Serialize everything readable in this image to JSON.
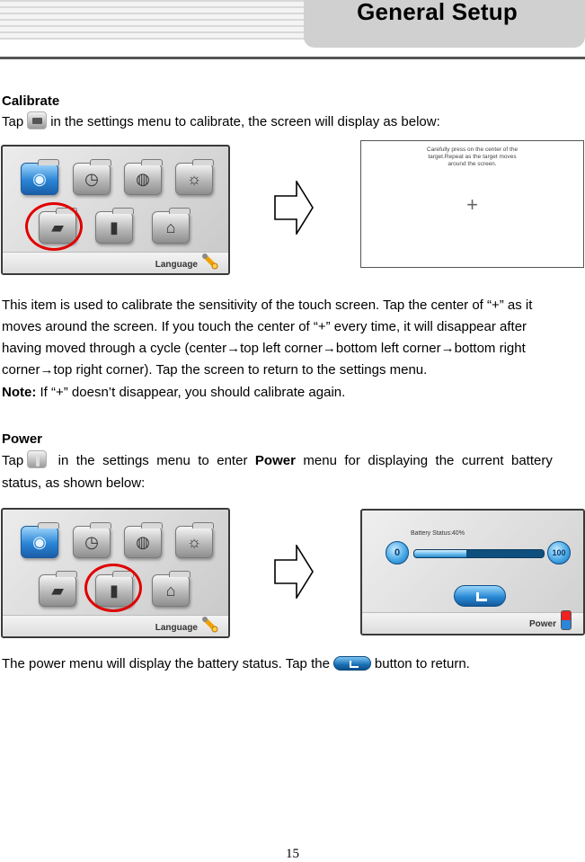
{
  "header": {
    "title": "General Setup"
  },
  "calibrate": {
    "heading": "Calibrate",
    "intro_before_icon": "Tap",
    "intro_icon": "calibrate-folder-icon",
    "intro_after_icon": "in the settings menu to calibrate, the screen will display as below:",
    "menu_screenshot": {
      "label": "Language",
      "highlighted_item": "calibrate"
    },
    "screen_screenshot": {
      "instruction": "Carefully press on the center of the\ntarget.Repeat as the target moves\naround the screen.",
      "target": "+"
    },
    "body_lines": [
      "This item is used to calibrate the sensitivity of the touch screen. Tap the center of “+” as it",
      "moves around the screen. If you touch the center of “+” every time, it will disappear after",
      "having moved through a cycle (center→top left corner→bottom left corner→bottom right",
      "corner→top right corner). Tap the screen to return to the settings menu."
    ],
    "note_label": "Note:",
    "note_text": " If “+” doesn’t disappear, you should calibrate again."
  },
  "power": {
    "heading": "Power",
    "intro_before_icon": "Tap",
    "intro_icon": "power-folder-icon",
    "intro_mid": " in the settings menu to enter ",
    "intro_bold": "Power",
    "intro_after": " menu for displaying the current battery",
    "intro_line2": "status, as shown below:",
    "menu_screenshot": {
      "label": "Language",
      "highlighted_item": "power"
    },
    "screen_screenshot": {
      "battery_status": "Battery Status:40%",
      "min_label": "0",
      "max_label": "100",
      "battery_percent": 40,
      "label": "Power"
    },
    "outro_before": "The power menu will display the battery status. Tap the",
    "outro_after": "button to return."
  },
  "menu_icons": [
    {
      "name": "globe",
      "glyph": "◉",
      "color": "blue"
    },
    {
      "name": "clock",
      "glyph": "◷",
      "color": "gray"
    },
    {
      "name": "speaker",
      "glyph": "◍",
      "color": "gray"
    },
    {
      "name": "lightbulb",
      "glyph": "☼",
      "color": "gray"
    },
    {
      "name": "calibrate",
      "glyph": "▰",
      "color": "gray"
    },
    {
      "name": "power",
      "glyph": "▮",
      "color": "gray"
    },
    {
      "name": "return",
      "glyph": "⌂",
      "color": "gray"
    }
  ],
  "footer": {
    "page_number": "15"
  }
}
